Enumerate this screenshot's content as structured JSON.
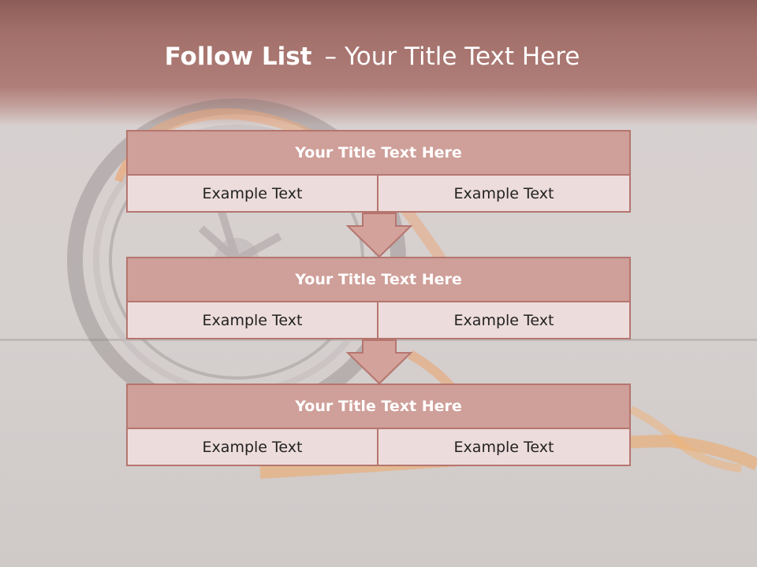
{
  "slide": {
    "title_bold": "Follow List",
    "title_separator": "–",
    "title_rest": "Your Title Text Here"
  },
  "steps": [
    {
      "title": "Your Title Text Here",
      "left": "Example Text",
      "right": "Example Text"
    },
    {
      "title": "Your Title Text Here",
      "left": "Example Text",
      "right": "Example Text"
    },
    {
      "title": "Your Title Text Here",
      "left": "Example Text",
      "right": "Example Text"
    }
  ],
  "colors": {
    "banner": "#a26f69",
    "header_fill": "#cf9f99",
    "border": "#b5766f",
    "cell_fill": "#ecdcdb",
    "arrow_fill": "#d3a29b"
  }
}
